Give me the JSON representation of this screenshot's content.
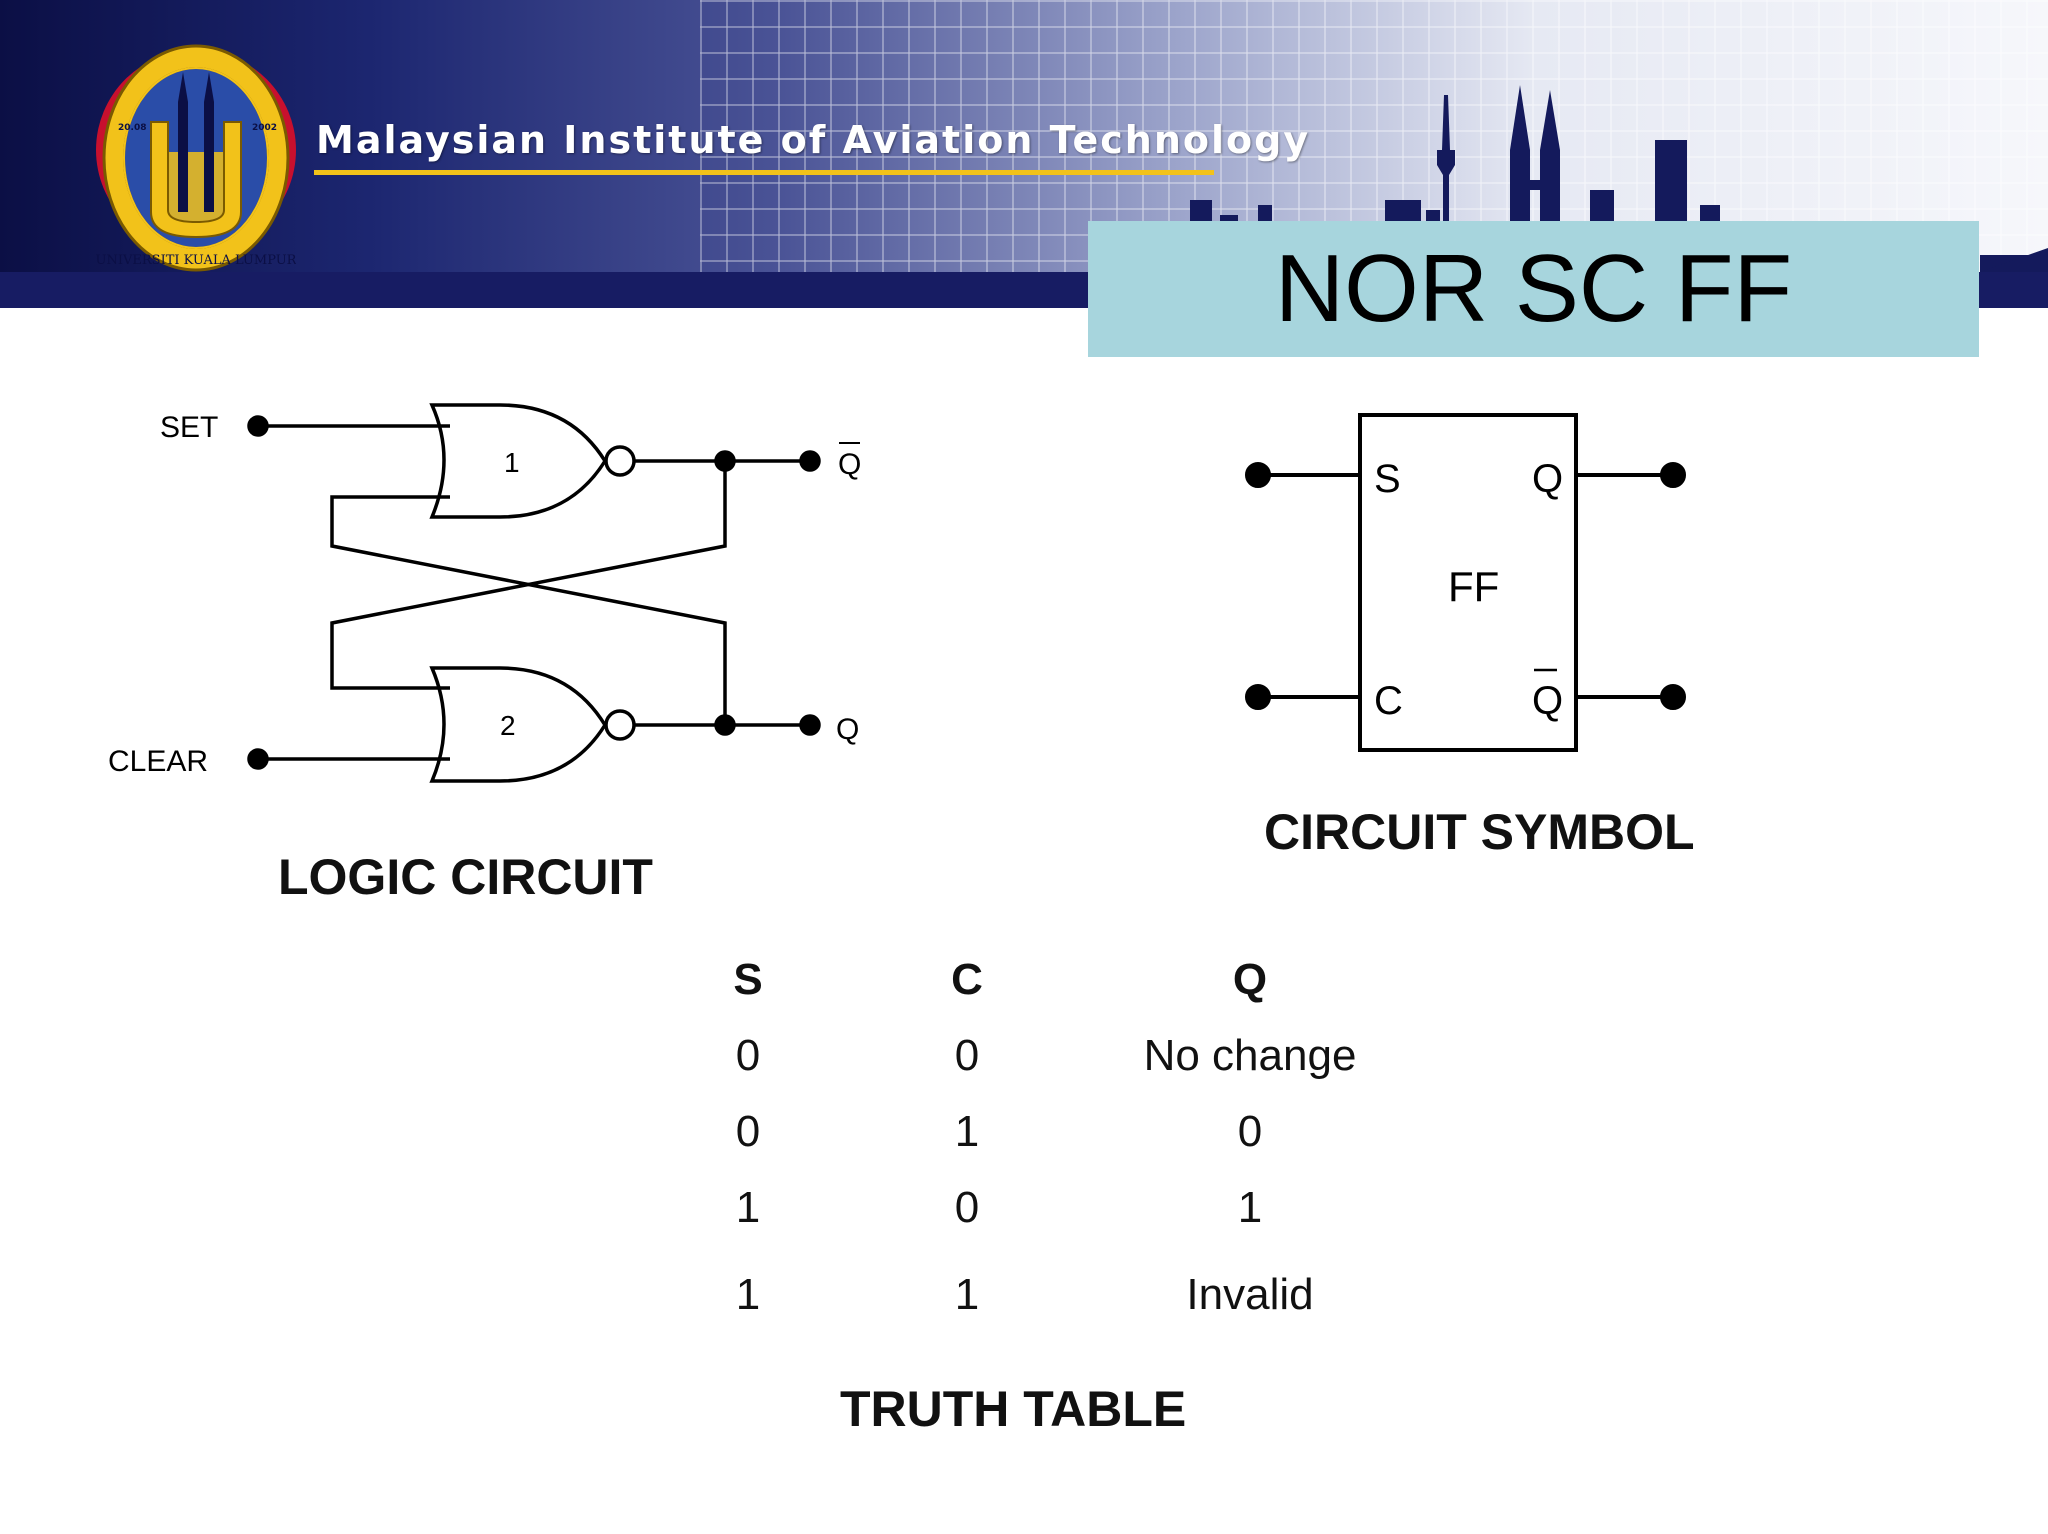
{
  "header": {
    "institute_name": "Malaysian Institute of Aviation Technology",
    "logo": {
      "ring_text": "UNIVERSITI KUALA LUMPUR",
      "year_left": "20.08",
      "year_right": "2002"
    }
  },
  "slide": {
    "title": "NOR SC FF"
  },
  "logic_circuit": {
    "caption": "LOGIC CIRCUIT",
    "inputs": {
      "set": "SET",
      "clear": "CLEAR"
    },
    "gates": {
      "gate1": "1",
      "gate2": "2"
    },
    "outputs": {
      "q_bar": "Q",
      "q": "Q"
    }
  },
  "circuit_symbol": {
    "caption": "CIRCUIT SYMBOL",
    "pins": {
      "s": "S",
      "c": "C",
      "q": "Q",
      "q_bar": "Q"
    },
    "body_label": "FF"
  },
  "truth_table": {
    "caption": "TRUTH TABLE",
    "headers": [
      "S",
      "C",
      "Q"
    ],
    "rows": [
      [
        "0",
        "0",
        "No change"
      ],
      [
        "0",
        "1",
        "0"
      ],
      [
        "1",
        "0",
        "1"
      ],
      [
        "1",
        "1",
        "Invalid"
      ]
    ]
  },
  "colors": {
    "title_box": "#a7d5dd",
    "banner_dark": "#0b0f45",
    "banner_stripe": "#171c63",
    "accent_gold": "#f2c21a"
  }
}
